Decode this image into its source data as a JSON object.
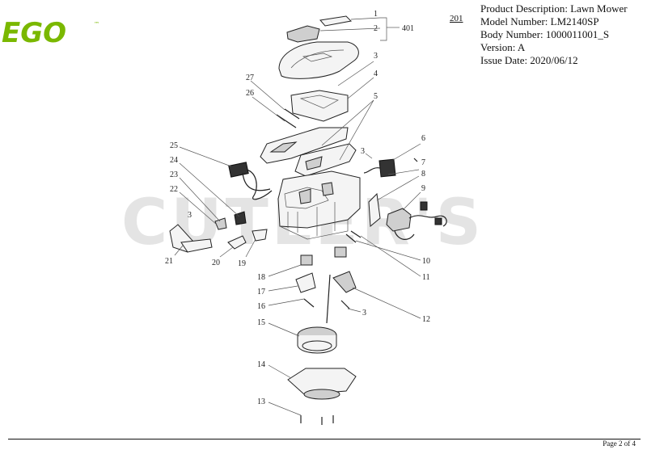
{
  "brand": {
    "logo_text": "EGO",
    "trademark": "™",
    "color": "#7ab800"
  },
  "info": {
    "description": "Product Description: Lawn Mower",
    "model": "Model Number: LM2140SP",
    "body": "Body Number: 1000011001_S",
    "version": "Version: A",
    "issue_date": "Issue Date: 2020/06/12"
  },
  "sheet_code": "201",
  "watermark": "CUTLER'S",
  "callouts": {
    "c1": "1",
    "c2": "2",
    "c401": "401",
    "c3a": "3",
    "c4": "4",
    "c27": "27",
    "c26": "26",
    "c5": "5",
    "c6": "6",
    "c3b": "3",
    "c25": "25",
    "c7": "7",
    "c24": "24",
    "c8": "8",
    "c23": "23",
    "c9": "9",
    "c22": "22",
    "c3c": "3",
    "c21": "21",
    "c20": "20",
    "c19": "19",
    "c10": "10",
    "c11": "11",
    "c18": "18",
    "c17": "17",
    "c16": "16",
    "c3d": "3",
    "c12": "12",
    "c15": "15",
    "c14": "14",
    "c13": "13"
  },
  "footer": {
    "page": "Page 2 of 4"
  }
}
